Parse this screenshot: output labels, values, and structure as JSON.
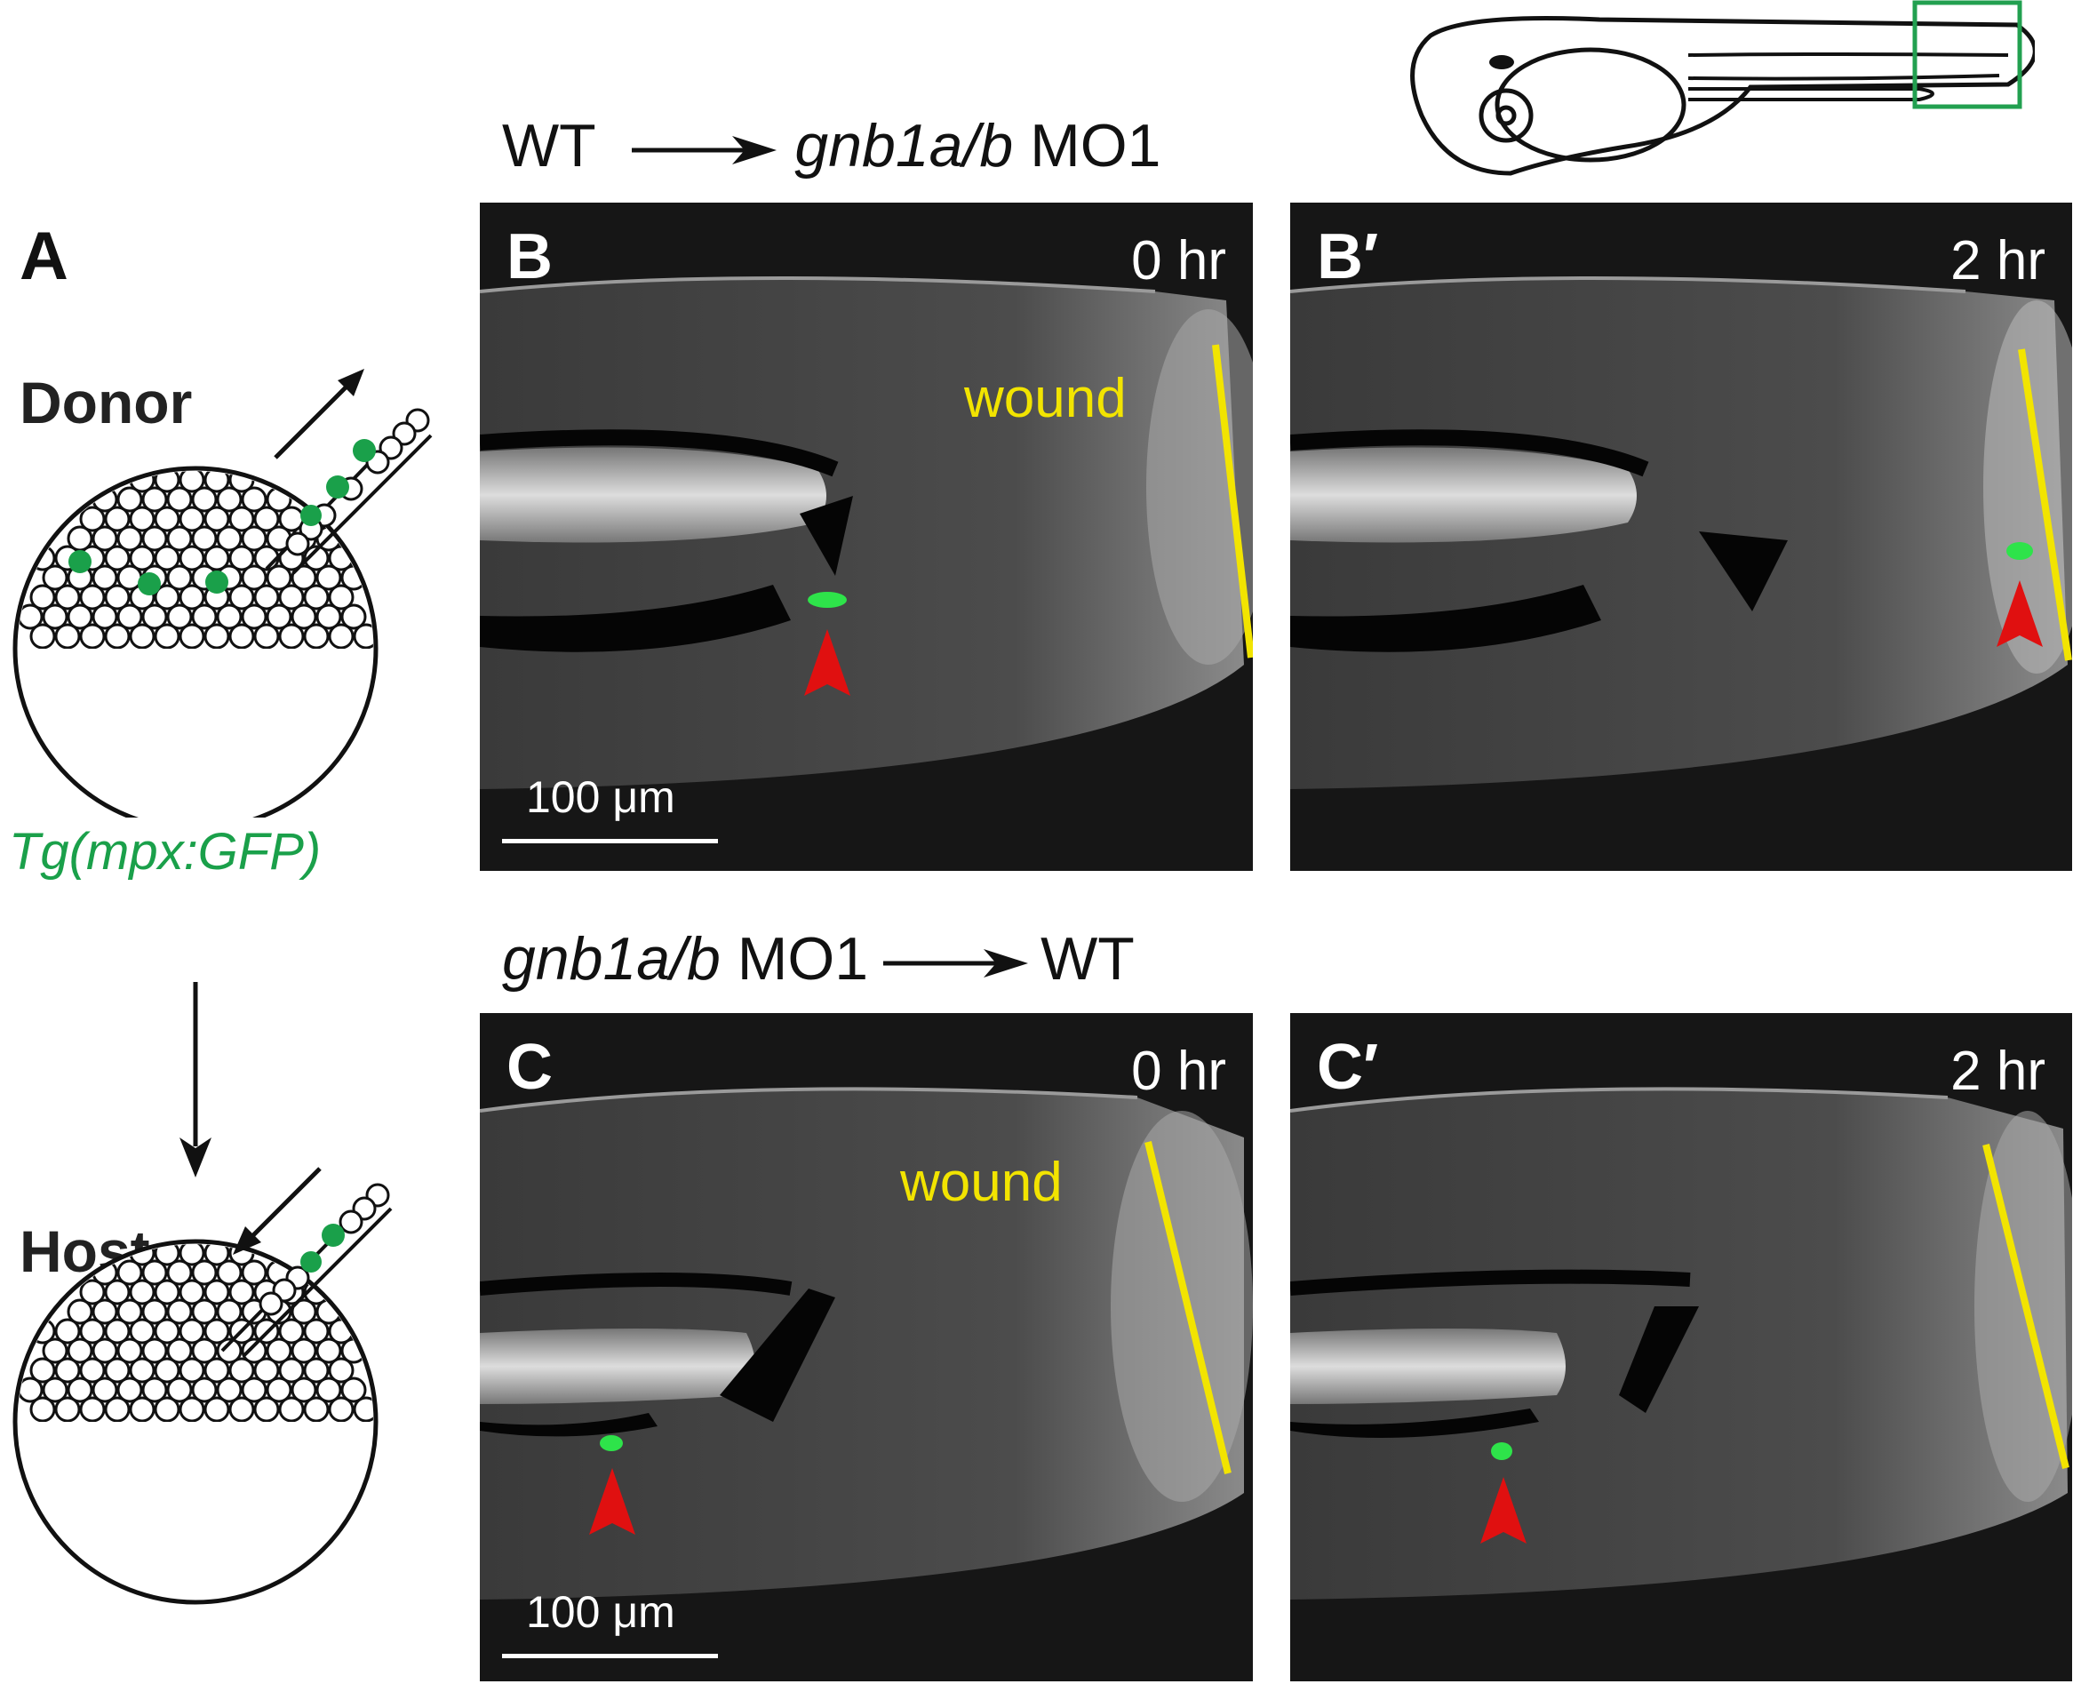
{
  "labels": {
    "panel_a": "A",
    "donor": "Donor",
    "host": "Host",
    "transgene": "Tg(mpx:GFP)",
    "row1_source": "WT",
    "row1_target_italic": "gnb1a/b",
    "row1_target_suffix": "MO1",
    "row2_source_italic": "gnb1a/b",
    "row2_source_suffix": "MO1",
    "row2_target": "WT"
  },
  "panels": {
    "b": {
      "letter": "B",
      "time": "0 hr",
      "wound": "wound",
      "scale": "100 μm"
    },
    "bp": {
      "letter": "B′",
      "time": "2 hr"
    },
    "c": {
      "letter": "C",
      "time": "0 hr",
      "wound": "wound",
      "scale": "100 μm"
    },
    "cp": {
      "letter": "C′",
      "time": "2 hr"
    }
  },
  "colors": {
    "gfp_green": "#1aa04a",
    "wound_line": "#f2e400",
    "arrowhead": "#e01010",
    "inset_box": "#22a050"
  }
}
